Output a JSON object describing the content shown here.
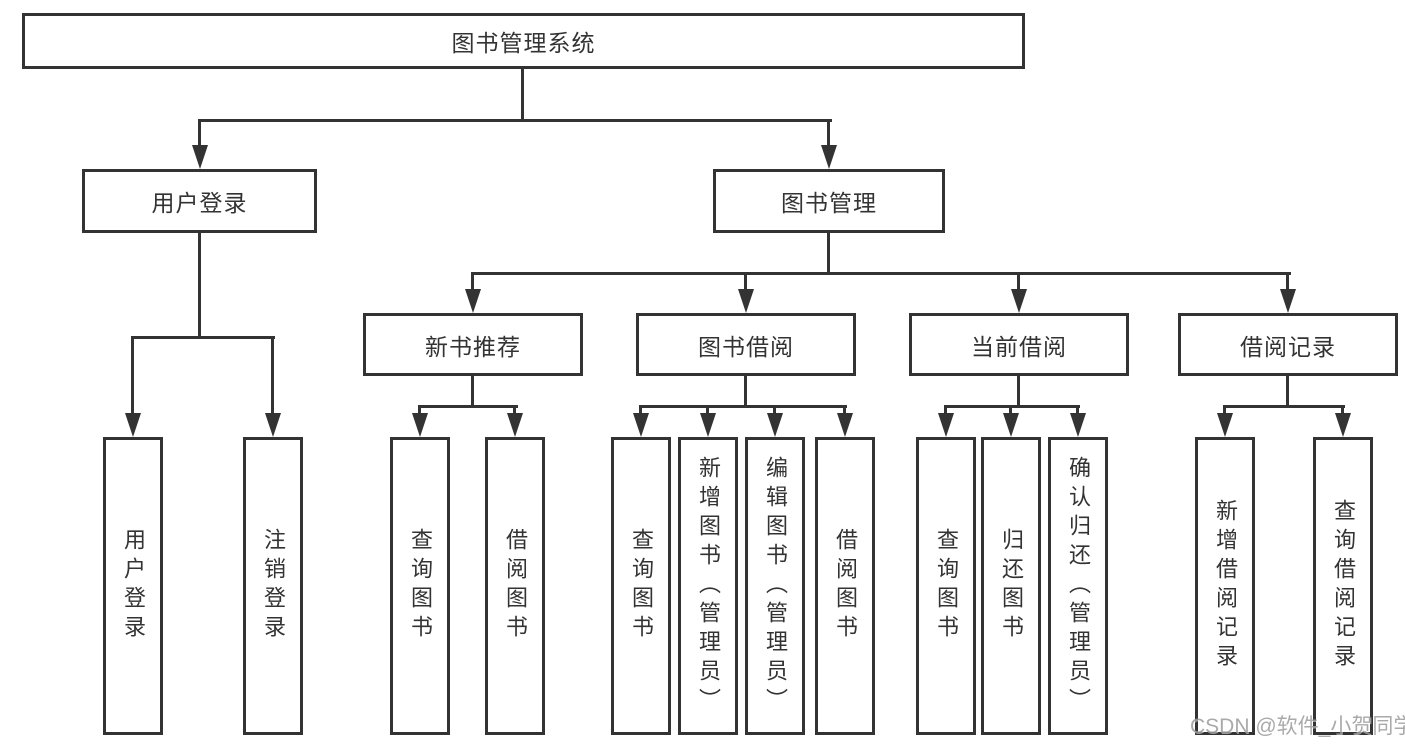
{
  "diagram_title": "图书管理系统",
  "nodes": {
    "root": {
      "label": "图书管理系统"
    },
    "user_login": {
      "label": "用户登录"
    },
    "book_management": {
      "label": "图书管理"
    },
    "new_book_recommendation": {
      "label": "新书推荐"
    },
    "book_borrowing": {
      "label": "图书借阅"
    },
    "current_borrowing": {
      "label": "当前借阅"
    },
    "borrowing_records": {
      "label": "借阅记录"
    },
    "ul_user_login": {
      "label": "用户登录"
    },
    "ul_logout": {
      "label": "注销登录"
    },
    "nbr_query_books": {
      "label": "查询图书"
    },
    "nbr_borrow_books": {
      "label": "借阅图书"
    },
    "bb_query_books": {
      "label": "查询图书"
    },
    "bb_add_books": {
      "label": "新增图书（管理员）"
    },
    "bb_edit_books": {
      "label": "编辑图书（管理员）"
    },
    "bb_borrow_books": {
      "label": "借阅图书"
    },
    "cb_query_books": {
      "label": "查询图书"
    },
    "cb_return_books": {
      "label": "归还图书"
    },
    "cb_confirm_return": {
      "label": "确认归还（管理员）"
    },
    "br_add_record": {
      "label": "新增借阅记录"
    },
    "br_query_record": {
      "label": "查询借阅记录"
    }
  },
  "hierarchy": {
    "root": "图书管理系统",
    "children": [
      {
        "label": "用户登录",
        "children": [
          "用户登录",
          "注销登录"
        ]
      },
      {
        "label": "图书管理",
        "children": [
          {
            "label": "新书推荐",
            "children": [
              "查询图书",
              "借阅图书"
            ]
          },
          {
            "label": "图书借阅",
            "children": [
              "查询图书",
              "新增图书（管理员）",
              "编辑图书（管理员）",
              "借阅图书"
            ]
          },
          {
            "label": "当前借阅",
            "children": [
              "查询图书",
              "归还图书",
              "确认归还（管理员）"
            ]
          },
          {
            "label": "借阅记录",
            "children": [
              "新增借阅记录",
              "查询借阅记录"
            ]
          }
        ]
      }
    ]
  },
  "watermark": {
    "text": "CSDN @软件_小贺同学"
  },
  "colors": {
    "line": "#333333",
    "text": "#333333",
    "background": "#ffffff",
    "watermark": "#9c9c9c"
  }
}
